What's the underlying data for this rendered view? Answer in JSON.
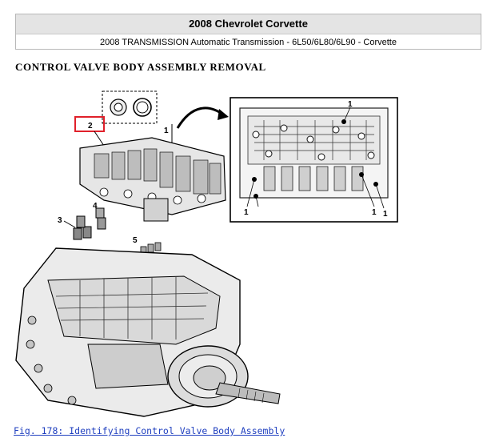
{
  "header": {
    "title": "2008 Chevrolet Corvette",
    "subtitle": "2008 TRANSMISSION Automatic Transmission - 6L50/6L80/6L90 - Corvette"
  },
  "section": {
    "heading": "CONTROL VALVE BODY ASSEMBLY REMOVAL"
  },
  "figure": {
    "callouts": {
      "c1": "1",
      "c2": "2",
      "c3": "3",
      "c4": "4",
      "c5": "5",
      "c1a": "1",
      "c1b": "1",
      "c1c": "1",
      "c1d": "1"
    },
    "caption": "Fig. 178: Identifying Control Valve Body Assembly"
  },
  "colors": {
    "highlight_box": "#e0202a",
    "caption_link": "#1f3fbf"
  }
}
